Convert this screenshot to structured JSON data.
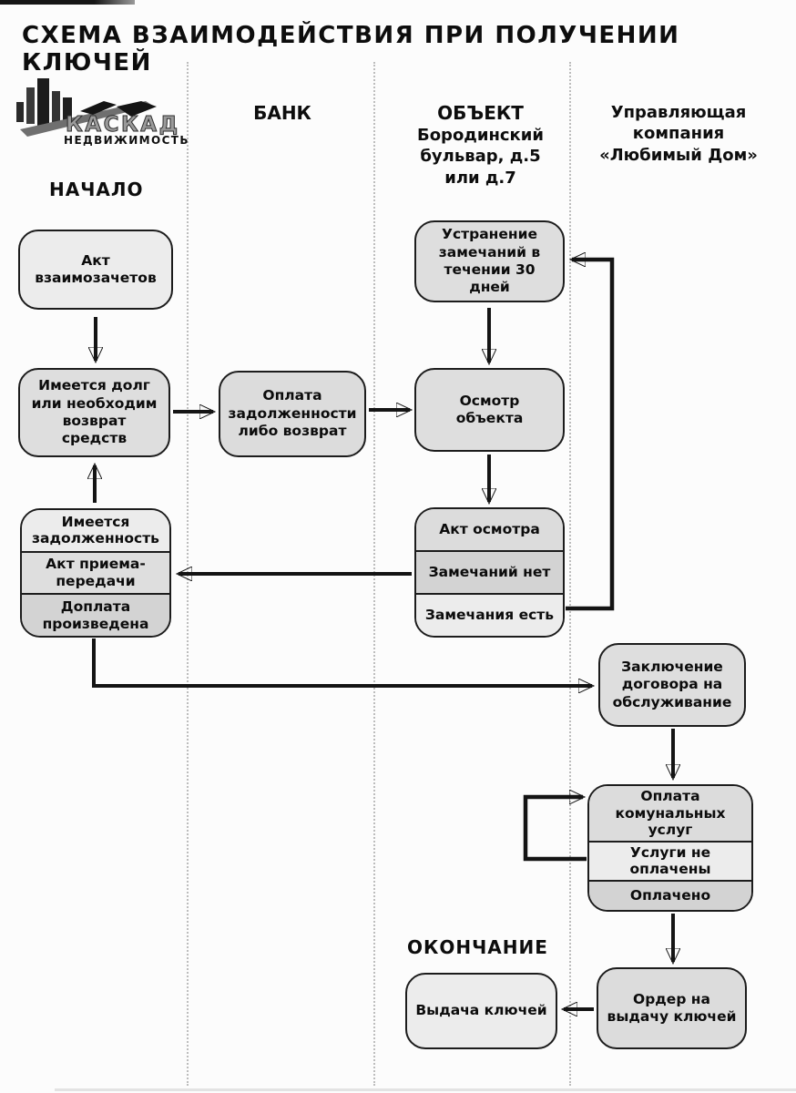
{
  "title": "СХЕМА ВЗАИМОДЕЙСТВИЯ ПРИ ПОЛУЧЕНИИ КЛЮЧЕЙ",
  "logo": {
    "name": "КАСКАД",
    "subtitle": "НЕДВИЖИМОСТЬ"
  },
  "labels": {
    "start": "НАЧАЛО",
    "end": "ОКОНЧАНИЕ"
  },
  "lanes": {
    "bank": "БАНК",
    "object": {
      "line1": "ОБЪЕКТ",
      "line2": "Бородинский",
      "line3": "бульвар, д.5",
      "line4": "или д.7"
    },
    "management": {
      "line1": "Управляющая",
      "line2": "компания",
      "line3": "«Любимый Дом»"
    }
  },
  "nodes": {
    "act_offset": {
      "label": "Акт взаимозачетов"
    },
    "debt": {
      "label": "Имеется долг или необходим возврат средств"
    },
    "payment": {
      "label": "Оплата задолженности либо возврат"
    },
    "fix_remarks": {
      "label": "Устранение замечаний в течении 30 дней"
    },
    "inspection": {
      "label": "Осмотр объекта"
    },
    "inspection_act": {
      "rows": [
        "Акт осмотра",
        "Замечаний нет",
        "Замечания есть"
      ]
    },
    "transfer_act": {
      "rows": [
        "Имеется задолженность",
        "Акт приема-передачи",
        "Доплата произведена"
      ]
    },
    "contract": {
      "label": "Заключение договора на обслуживание"
    },
    "utilities": {
      "rows": [
        "Оплата комунальных услуг",
        "Услуги не оплачены",
        "Оплачено"
      ]
    },
    "order": {
      "label": "Ордер на выдачу ключей"
    },
    "keys_issue": {
      "label": "Выдача ключей"
    }
  },
  "colors": {
    "box_border": "#1c1c1c",
    "fill_light": "#ececec",
    "fill_mid": "#dedede",
    "fill_dark": "#d3d3d3",
    "arrow": "#141414",
    "lane_divider": "#bdbdbd"
  }
}
